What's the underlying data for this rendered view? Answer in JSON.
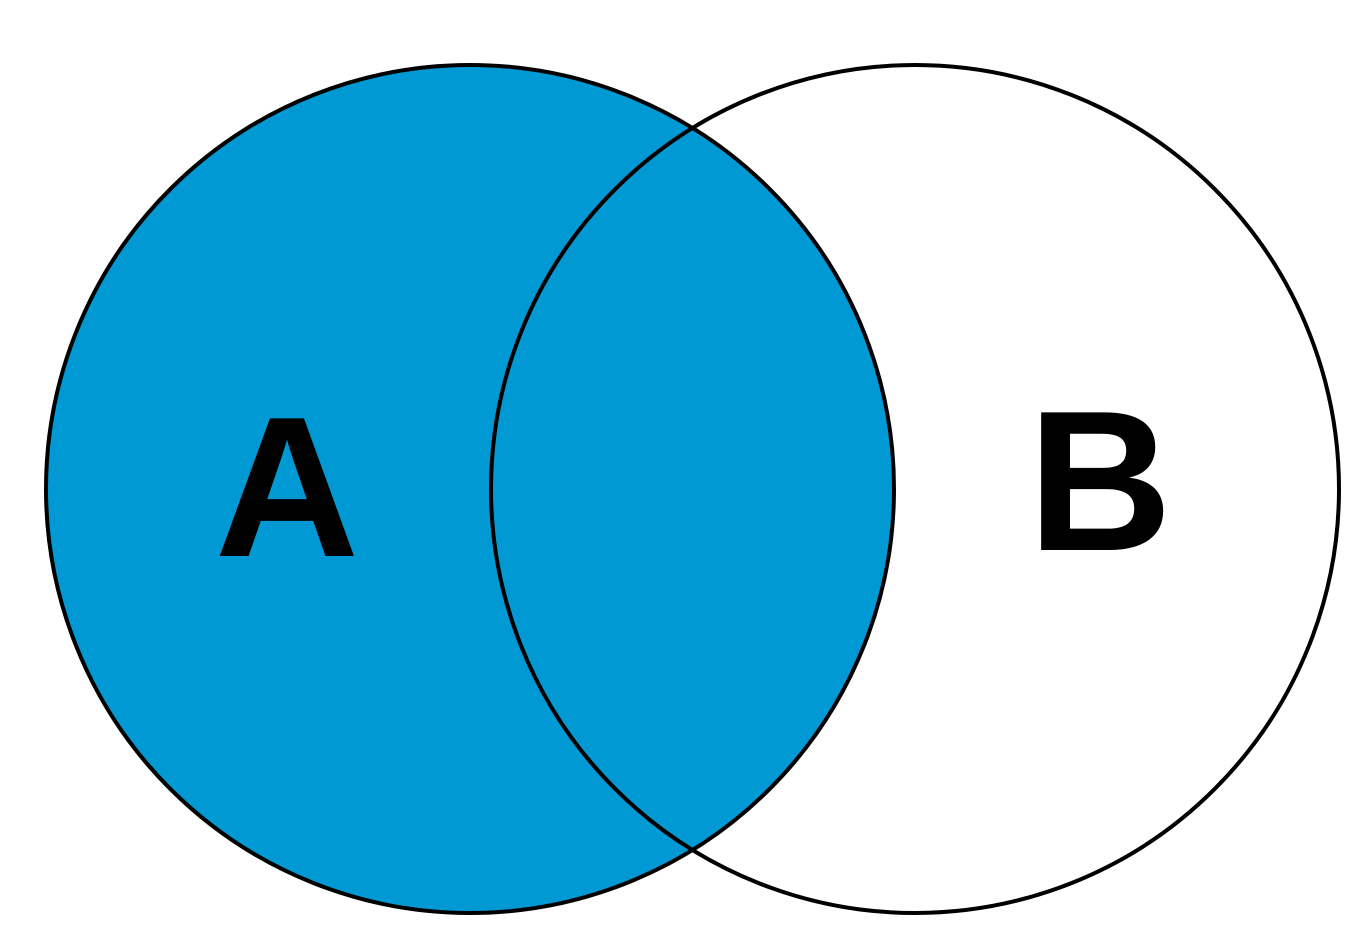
{
  "diagram": {
    "type": "venn",
    "sets": [
      {
        "id": "a",
        "label": "A"
      },
      {
        "id": "b",
        "label": "B"
      }
    ],
    "highlighted_regions": [
      "a"
    ],
    "colors": {
      "highlight_fill": "#0099d4",
      "outline": "#000000",
      "background": "#ffffff",
      "label": "#000000"
    }
  }
}
